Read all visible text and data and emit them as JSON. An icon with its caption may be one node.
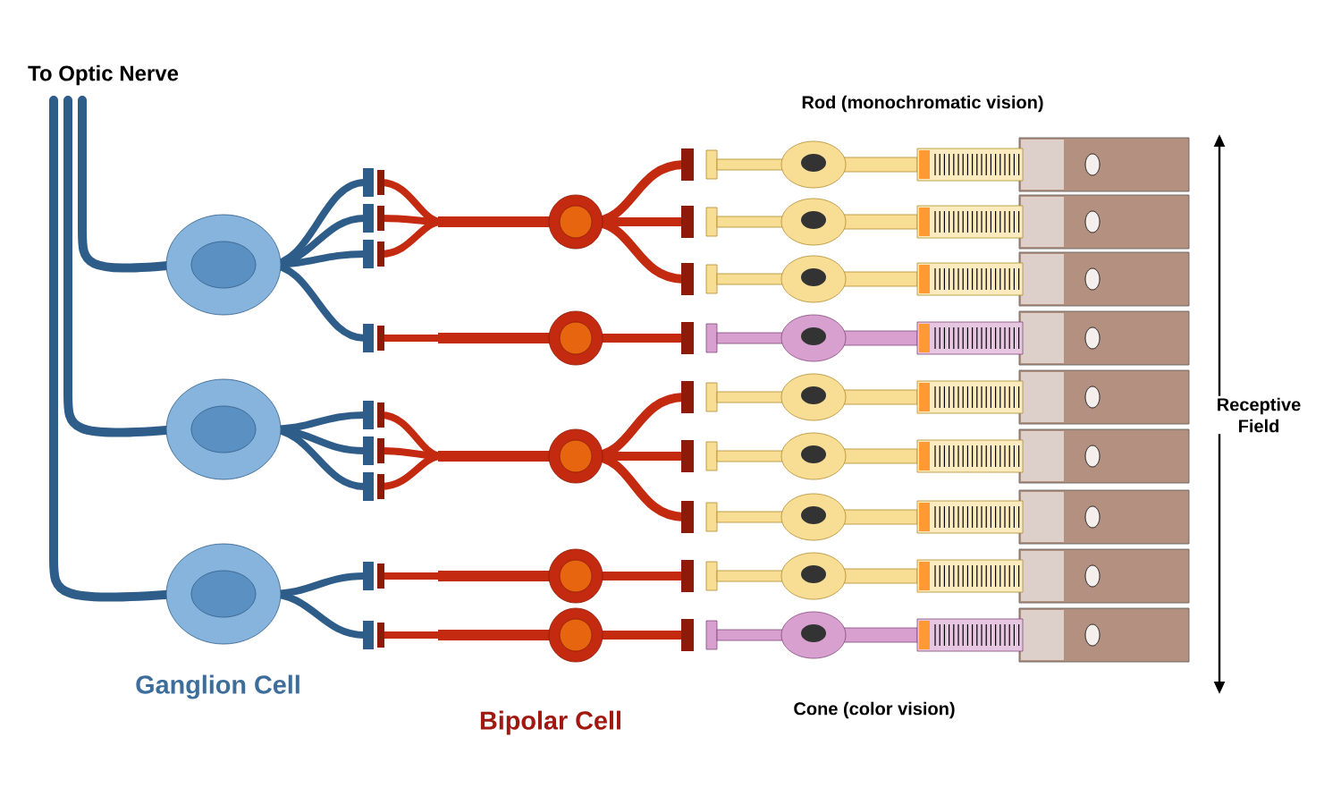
{
  "diagram": {
    "labels": [
      "To Optic Nerve",
      "Rod (monochromatic vision)",
      "Receptive Field",
      "Ganglion Cell",
      "Bipolar Cell",
      "Cone (color vision)"
    ]
  }
}
